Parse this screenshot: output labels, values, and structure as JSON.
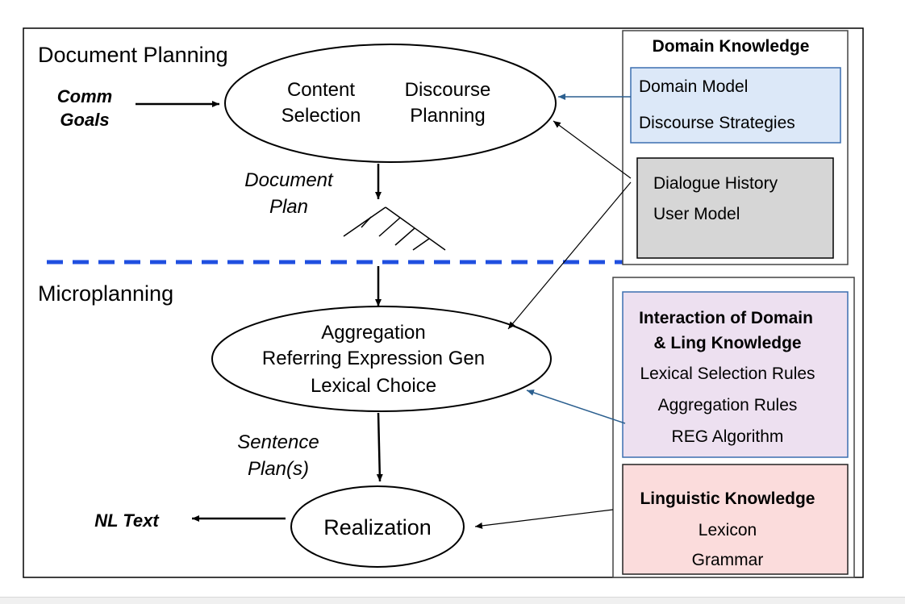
{
  "sections": {
    "document_planning": "Document Planning",
    "microplanning": "Microplanning"
  },
  "inputs": {
    "comm_goals_line1": "Comm",
    "comm_goals_line2": "Goals"
  },
  "outputs": {
    "nl_text": "NL Text"
  },
  "processes": {
    "content_selection_line1": "Content",
    "content_selection_line2": "Selection",
    "discourse_planning_line1": "Discourse",
    "discourse_planning_line2": "Planning",
    "aggregation": "Aggregation",
    "referring_expression": "Referring Expression Gen",
    "lexical_choice": "Lexical Choice",
    "realization": "Realization"
  },
  "intermediates": {
    "document_plan_line1": "Document",
    "document_plan_line2": "Plan",
    "sentence_plan_line1": "Sentence",
    "sentence_plan_line2": "Plan(s)"
  },
  "knowledge": {
    "domain_knowledge": {
      "title": "Domain Knowledge",
      "items": [
        "Domain Model",
        "Discourse Strategies"
      ]
    },
    "dialogue": {
      "items": [
        "Dialogue History",
        "User Model"
      ]
    },
    "interaction": {
      "title_line1": "Interaction of Domain",
      "title_line2": "& Ling Knowledge",
      "items": [
        "Lexical Selection Rules",
        "Aggregation Rules",
        "REG Algorithm"
      ]
    },
    "linguistic": {
      "title": "Linguistic Knowledge",
      "items": [
        "Lexicon",
        "Grammar"
      ]
    }
  },
  "colors": {
    "divider": "#1f4fe0",
    "domain_model_fill": "#dce8f8",
    "domain_model_stroke": "#3b6fb0",
    "dialogue_fill": "#d6d6d6",
    "interaction_fill": "#ede0f0",
    "interaction_stroke": "#3b6fb0",
    "linguistic_fill": "#fbdcdc",
    "linguistic_stroke": "#222222",
    "blue_arrow": "#2b5f8f"
  }
}
